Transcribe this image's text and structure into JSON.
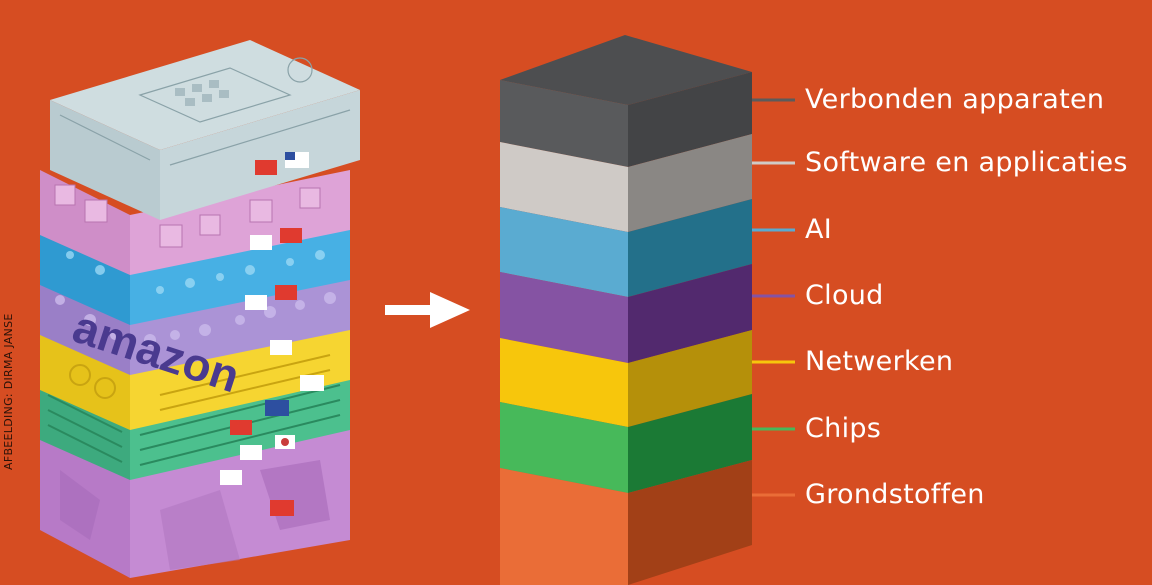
{
  "background_color": "#d64d22",
  "credit": "AFBEELDING: DIRMA JANSE",
  "illustration": {
    "brand_text": "amazon",
    "description_icon": "isometric-tech-stack-illustration"
  },
  "layers": [
    {
      "label": "Verbonden apparaten",
      "front": "#595a5c",
      "side": "#434446",
      "top": "#4d4e50",
      "line": "#5b5b5b"
    },
    {
      "label": "Software en applicaties",
      "front": "#cfcac6",
      "side": "#8a8784",
      "top": null,
      "line": "#d0cbc6"
    },
    {
      "label": "AI",
      "front": "#5aabd1",
      "side": "#23708a",
      "top": null,
      "line": "#5aabd1"
    },
    {
      "label": "Cloud",
      "front": "#8553a3",
      "side": "#52296e",
      "top": null,
      "line": "#8553a3"
    },
    {
      "label": "Netwerken",
      "front": "#f7c60c",
      "side": "#b5900a",
      "top": null,
      "line": "#f7c60c"
    },
    {
      "label": "Chips",
      "front": "#47b95a",
      "side": "#1b7a35",
      "top": null,
      "line": "#47b95a"
    },
    {
      "label": "Grondstoffen",
      "front": "#ea6d37",
      "side": "#a24017",
      "top": null,
      "line": "#ea6d37"
    }
  ]
}
